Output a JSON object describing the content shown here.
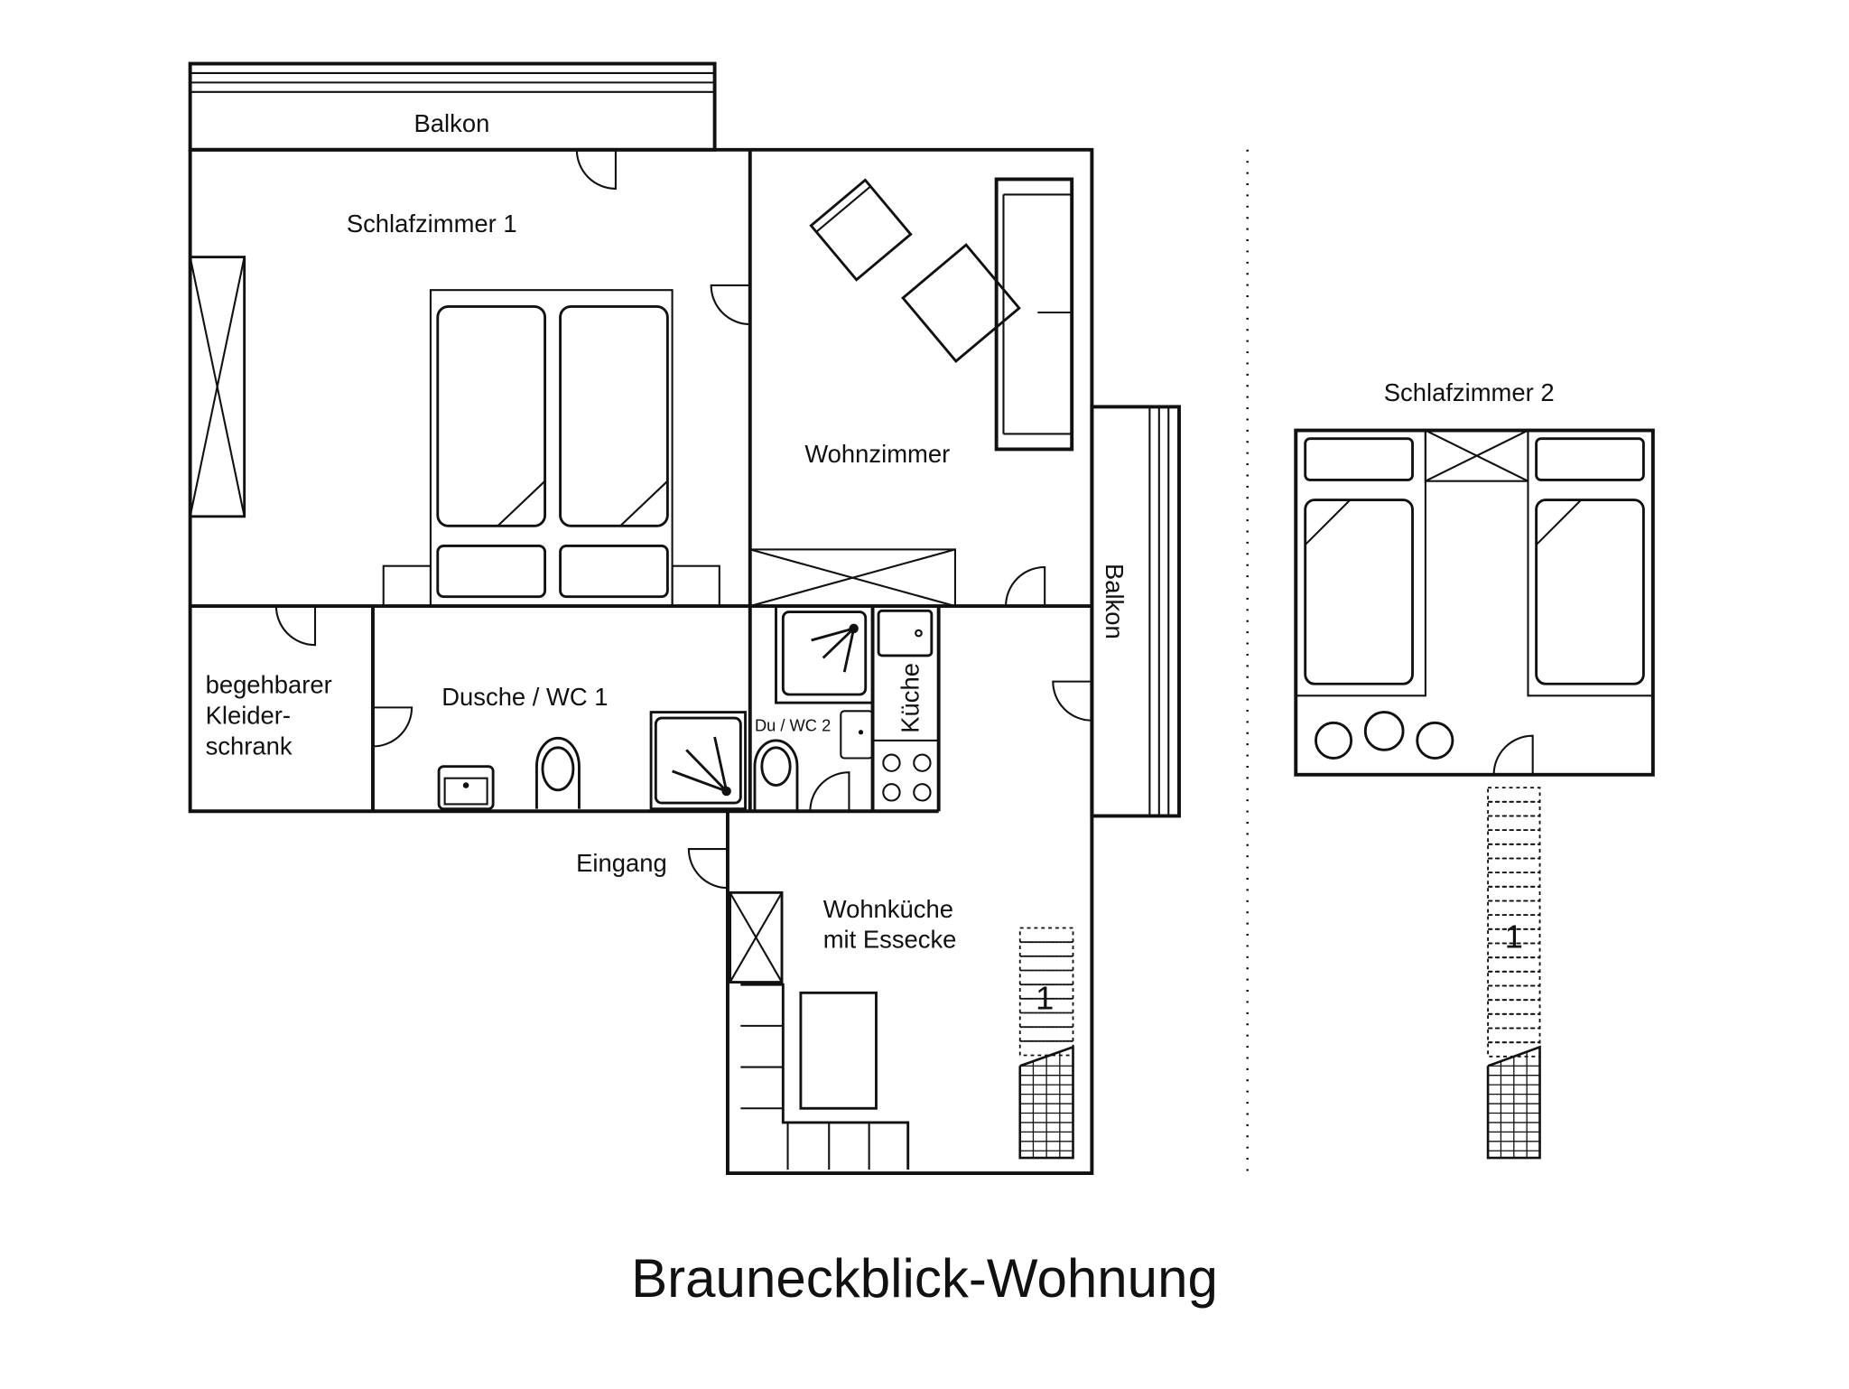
{
  "title": "Brauneckblick-Wohnung",
  "rooms": {
    "balkon_top": "Balkon",
    "schlafzimmer1": "Schlafzimmer 1",
    "wohnzimmer": "Wohnzimmer",
    "balkon_right": "Balkon",
    "kleiderschrank": [
      "begehbarer",
      "Kleider-",
      "schrank"
    ],
    "dusche_wc1": "Dusche / WC 1",
    "du_wc2": "Du / WC 2",
    "kueche": "Küche",
    "eingang": "Eingang",
    "wohnkueche": [
      "Wohnküche",
      "mit Essecke"
    ],
    "schlafzimmer2": "Schlafzimmer 2"
  },
  "stairs": {
    "main_label": "1",
    "upper_label": "1"
  }
}
